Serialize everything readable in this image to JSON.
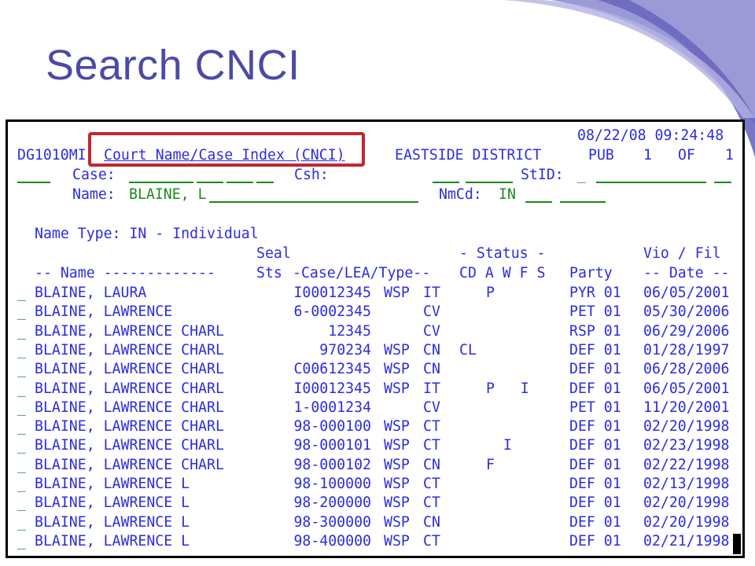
{
  "slide": {
    "title": "Search CNCI"
  },
  "screen": {
    "timestamp": "08/22/08 09:24:48",
    "screen_id": "DG1010MI",
    "screen_title": "Court Name/Case Index (CNCI)",
    "district": "EASTSIDE DISTRICT",
    "access": "PUB",
    "page_current": "1",
    "page_of_label": "OF",
    "page_total": "1",
    "case_label": "Case:",
    "csh_label": "Csh:",
    "stid_label": "StID:",
    "stid_value": "_",
    "name_label": "Name:",
    "name_value": "BLAINE, L",
    "nmcd_label": "NmCd:",
    "nmcd_value": "IN",
    "name_type_line": "Name Type: IN - Individual",
    "header1": {
      "seal": "Seal",
      "status": "- Status -",
      "viofil": "Vio / Fil"
    },
    "header2": {
      "name": "-- Name -------------",
      "sts": "Sts",
      "case": "-Case/LEA/Type--",
      "cdawfs": "CD A W F S",
      "party": "Party",
      "date": "-- Date --"
    },
    "rows": [
      {
        "sel": "_",
        "name": "BLAINE, LAURA",
        "case": "I00012345",
        "lea": "WSP",
        "type": "IT",
        "cd": "",
        "status": "P",
        "party": "PYR 01",
        "date": "06/05/2001"
      },
      {
        "sel": "_",
        "name": "BLAINE, LAWRENCE",
        "case": "6-0002345",
        "lea": "",
        "type": "CV",
        "cd": "",
        "status": "",
        "party": "PET 01",
        "date": "05/30/2006"
      },
      {
        "sel": "_",
        "name": "BLAINE, LAWRENCE CHARL",
        "case": "12345",
        "lea": "",
        "type": "CV",
        "cd": "",
        "status": "",
        "party": "RSP 01",
        "date": "06/29/2006"
      },
      {
        "sel": "_",
        "name": "BLAINE, LAWRENCE CHARL",
        "case": "970234",
        "lea": "WSP",
        "type": "CN",
        "cd": "CL",
        "status": "",
        "party": "DEF 01",
        "date": "01/28/1997"
      },
      {
        "sel": "_",
        "name": "BLAINE, LAWRENCE CHARL",
        "case": "C00612345",
        "lea": "WSP",
        "type": "CN",
        "cd": "",
        "status": "",
        "party": "DEF 01",
        "date": "06/28/2006"
      },
      {
        "sel": "_",
        "name": "BLAINE, LAWRENCE CHARL",
        "case": "I00012345",
        "lea": "WSP",
        "type": "IT",
        "cd": "",
        "status": "P   I",
        "party": "DEF 01",
        "date": "06/05/2001"
      },
      {
        "sel": "_",
        "name": "BLAINE, LAWRENCE CHARL",
        "case": "1-0001234",
        "lea": "",
        "type": "CV",
        "cd": "",
        "status": "",
        "party": "PET 01",
        "date": "11/20/2001"
      },
      {
        "sel": "_",
        "name": "BLAINE, LAWRENCE CHARL",
        "case": "98-000100",
        "lea": "WSP",
        "type": "CT",
        "cd": "",
        "status": "",
        "party": "DEF 01",
        "date": "02/20/1998"
      },
      {
        "sel": "_",
        "name": "BLAINE, LAWRENCE CHARL",
        "case": "98-000101",
        "lea": "WSP",
        "type": "CT",
        "cd": "",
        "status": "  I",
        "party": "DEF 01",
        "date": "02/23/1998"
      },
      {
        "sel": "_",
        "name": "BLAINE, LAWRENCE CHARL",
        "case": "98-000102",
        "lea": "WSP",
        "type": "CN",
        "cd": "",
        "status": "F",
        "party": "DEF 01",
        "date": "02/22/1998"
      },
      {
        "sel": "_",
        "name": "BLAINE, LAWRENCE L",
        "case": "98-100000",
        "lea": "WSP",
        "type": "CT",
        "cd": "",
        "status": "",
        "party": "DEF 01",
        "date": "02/13/1998"
      },
      {
        "sel": "_",
        "name": "BLAINE, LAWRENCE L",
        "case": "98-200000",
        "lea": "WSP",
        "type": "CT",
        "cd": "",
        "status": "",
        "party": "DEF 01",
        "date": "02/20/1998"
      },
      {
        "sel": "_",
        "name": "BLAINE, LAWRENCE L",
        "case": "98-300000",
        "lea": "WSP",
        "type": "CN",
        "cd": "",
        "status": "",
        "party": "DEF 01",
        "date": "02/20/1998"
      },
      {
        "sel": "_",
        "name": "BLAINE, LAWRENCE L",
        "case": "98-400000",
        "lea": "WSP",
        "type": "CT",
        "cd": "",
        "status": "",
        "party": "DEF 01",
        "date": "02/21/1998"
      }
    ]
  },
  "colors": {
    "title": "#4b4aa6",
    "terminal_text": "#2d2ce0",
    "input_text": "#1a8a1a",
    "highlight_border": "#c0272d",
    "swoosh": "#7b79c9"
  }
}
